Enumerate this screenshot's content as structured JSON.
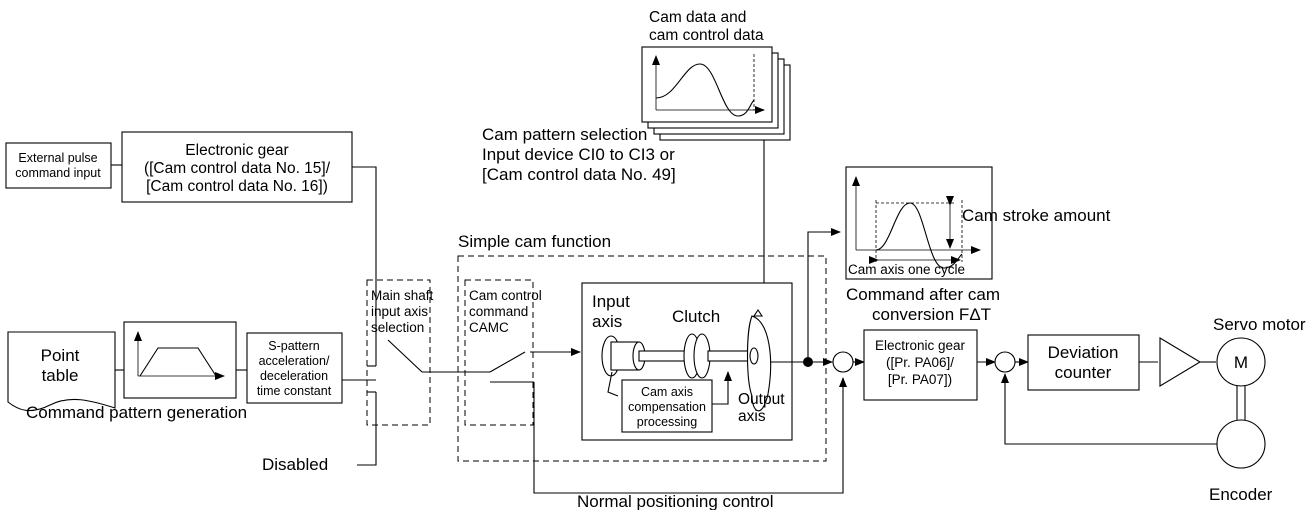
{
  "labels": {
    "cam_data_title_1": "Cam data and",
    "cam_data_title_2": "cam control data",
    "external_pulse_1": "External pulse",
    "external_pulse_2": "command input",
    "egear_top_1": "Electronic gear",
    "egear_top_2": "([Cam control data No. 15]/",
    "egear_top_3": "[Cam control data No. 16])",
    "cam_sel_1": "Cam pattern selection",
    "cam_sel_2": "Input device CI0 to CI3 or",
    "cam_sel_3": "[Cam control data No. 49]",
    "simple_cam": "Simple cam function",
    "main_shaft_1": "Main shaft",
    "main_shaft_2": "input axis",
    "main_shaft_3": "selection",
    "cam_cmd_1": "Cam control",
    "cam_cmd_2": "command",
    "cam_cmd_3": "CAMC",
    "input_axis_1": "Input",
    "input_axis_2": "axis",
    "clutch": "Clutch",
    "comp_1": "Cam axis",
    "comp_2": "compensation",
    "comp_3": "processing",
    "output_axis_1": "Output",
    "output_axis_2": "axis",
    "stroke": "Cam stroke amount",
    "one_cycle": "Cam axis one cycle",
    "cmd_after_1": "Command after cam",
    "cmd_after_2": "conversion FΔT",
    "point_table_1": "Point",
    "point_table_2": "table",
    "spattern_1": "S-pattern",
    "spattern_2": "acceleration/",
    "spattern_3": "deceleration",
    "spattern_4": "time constant",
    "cmd_pattern": "Command pattern generation",
    "egear_mid_1": "Electronic gear",
    "egear_mid_2": "([Pr. PA06]/",
    "egear_mid_3": "[Pr. PA07])",
    "deviation_1": "Deviation",
    "deviation_2": "counter",
    "servo_motor": "Servo motor",
    "motor_letter": "M",
    "encoder": "Encoder",
    "disabled": "Disabled",
    "normal_pos": "Normal positioning control"
  }
}
